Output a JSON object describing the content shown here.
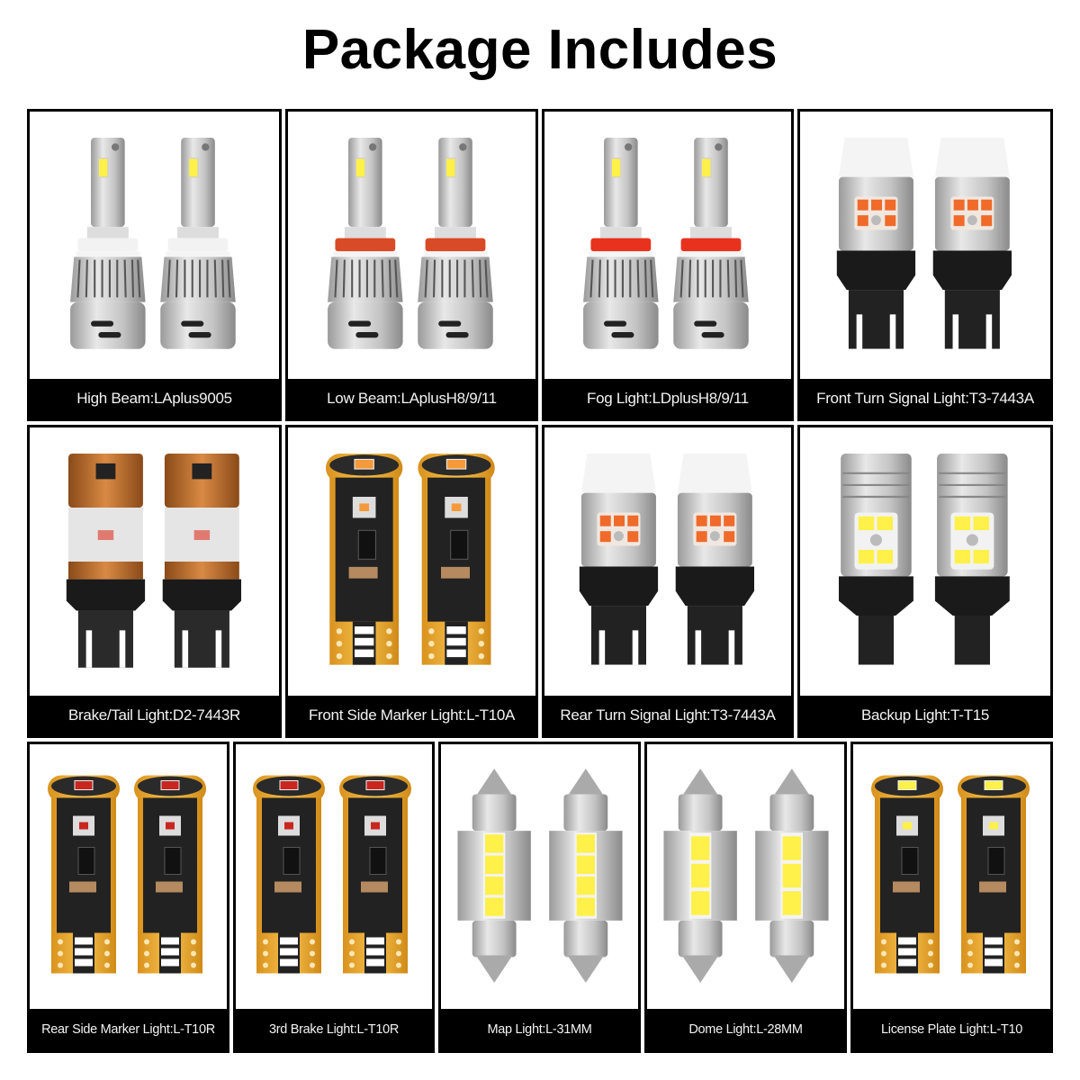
{
  "title": "Package Includes",
  "colors": {
    "caption_bg": "#000000",
    "caption_text": "#f2f2f2",
    "border": "#000000",
    "led_white": "#fff04a",
    "led_amber": "#f47a2c",
    "led_red": "#c8261e",
    "pcb_gold": "#f2b23a",
    "socket_red": "#e0452a"
  },
  "items": [
    {
      "caption": "High Beam:LAplus9005",
      "icon": "headlight-bulb-9005-icon"
    },
    {
      "caption": "Low Beam:LAplusH8/9/11",
      "icon": "headlight-bulb-h11-icon"
    },
    {
      "caption": "Fog Light:LDplusH8/9/11",
      "icon": "fog-light-bulb-icon"
    },
    {
      "caption": "Front Turn Signal Light:T3-7443A",
      "icon": "turn-signal-bulb-7443-icon"
    },
    {
      "caption": "Brake/Tail Light:D2-7443R",
      "icon": "brake-tail-bulb-7443-icon"
    },
    {
      "caption": "Front Side Marker Light:L-T10A",
      "icon": "t10-wedge-bulb-amber-icon"
    },
    {
      "caption": "Rear Turn Signal Light:T3-7443A",
      "icon": "turn-signal-bulb-7443-icon"
    },
    {
      "caption": "Backup Light:T-T15",
      "icon": "backup-bulb-t15-icon"
    },
    {
      "caption": "Rear Side Marker Light:L-T10R",
      "icon": "t10-wedge-bulb-red-icon"
    },
    {
      "caption": "3rd Brake Light:L-T10R",
      "icon": "t10-wedge-bulb-red-icon"
    },
    {
      "caption": "Map Light:L-31MM",
      "icon": "festoon-bulb-31mm-icon"
    },
    {
      "caption": "Dome Light:L-28MM",
      "icon": "festoon-bulb-28mm-icon"
    },
    {
      "caption": "License Plate Light:L-T10",
      "icon": "t10-wedge-bulb-white-icon"
    }
  ]
}
